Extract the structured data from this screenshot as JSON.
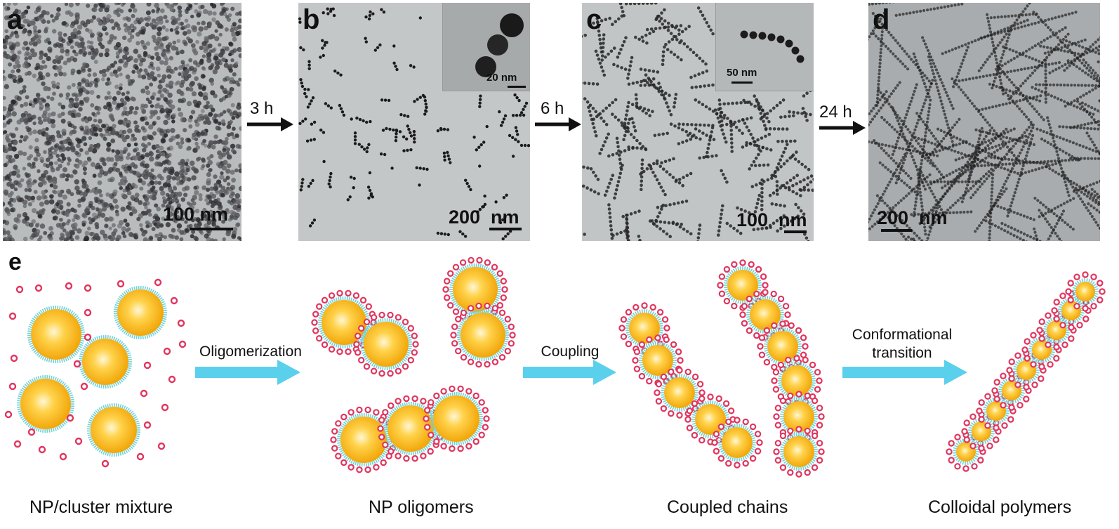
{
  "panels": [
    {
      "label": "a",
      "scale": "100 nm"
    },
    {
      "label": "b",
      "scale": "200  nm",
      "inset_scale": "20 nm"
    },
    {
      "label": "c",
      "scale": "100  nm",
      "inset_scale": "50 nm"
    },
    {
      "label": "d",
      "scale": "200  nm"
    }
  ],
  "times": [
    "3 h",
    "6 h",
    "24 h"
  ],
  "scheme": {
    "label": "e",
    "steps": [
      {
        "lines": [
          "Oligomerization"
        ]
      },
      {
        "lines": [
          "Coupling"
        ]
      },
      {
        "lines": [
          "Conformational",
          "transition"
        ]
      }
    ],
    "captions": [
      "NP/cluster mixture",
      "NP oligomers",
      "Coupled chains",
      "Colloidal polymers"
    ]
  },
  "colors": {
    "particle_core": "#f5a800",
    "particle_highlight": "#fff7d6",
    "ligand": "#6fd2d8",
    "cluster": "#e0355e",
    "arrow": "#5bd0ec"
  }
}
